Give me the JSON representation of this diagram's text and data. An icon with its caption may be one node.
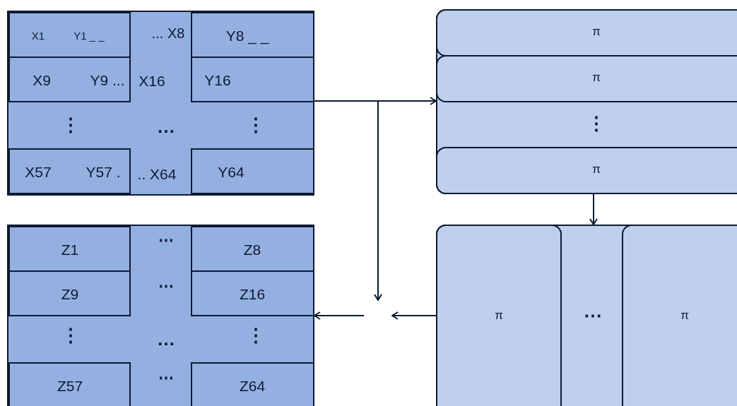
{
  "diagram": {
    "nodes": [
      {
        "text": [
          "... X8",
          "X16",
          "⋮",
          "…",
          "⋮",
          ".. X64"
        ]
      },
      {
        "text": [
          "X1",
          "Y1 _ _"
        ],
        "in": 0
      },
      {
        "text": [
          "Y8 _ _"
        ],
        "in": 0
      },
      {
        "text": [
          "X9",
          "Y9 ..."
        ],
        "in": 0
      },
      {
        "text": [
          "Y16"
        ],
        "in": 0
      },
      {
        "text": [
          "X57",
          "Y57 ."
        ],
        "in": 0
      },
      {
        "text": [
          "Y64"
        ],
        "in": 0
      },
      {
        "text": [
          "⋮"
        ]
      },
      {
        "text": [
          "π"
        ],
        "in": 7
      },
      {
        "text": [
          "π"
        ],
        "in": 7
      },
      {
        "text": [
          "π"
        ],
        "in": 7
      },
      {
        "text": [
          "⋯"
        ]
      },
      {
        "text": [
          "π"
        ],
        "in": 11
      },
      {
        "text": [
          "π"
        ],
        "in": 11
      },
      {
        "text": [
          "⋯",
          "⋯",
          "⋮",
          "…",
          "⋮",
          "⋯"
        ]
      },
      {
        "text": [
          "Z1"
        ],
        "in": 14
      },
      {
        "text": [
          "Z8"
        ],
        "in": 14
      },
      {
        "text": [
          "Z9"
        ],
        "in": 14
      },
      {
        "text": [
          "Z16"
        ],
        "in": 14
      },
      {
        "text": [
          "Z57"
        ],
        "in": 14
      },
      {
        "text": [
          "Z64"
        ],
        "in": 14
      }
    ],
    "edges": [
      {
        "from": 0,
        "to": 7,
        "arrow": "to"
      },
      {
        "from": 0,
        "to": null,
        "arrow": "to"
      },
      {
        "from": 7,
        "to": 11,
        "arrow": "to"
      },
      {
        "from": 11,
        "to": null,
        "arrow": "to"
      },
      {
        "from": null,
        "to": 14,
        "arrow": "to"
      }
    ]
  }
}
